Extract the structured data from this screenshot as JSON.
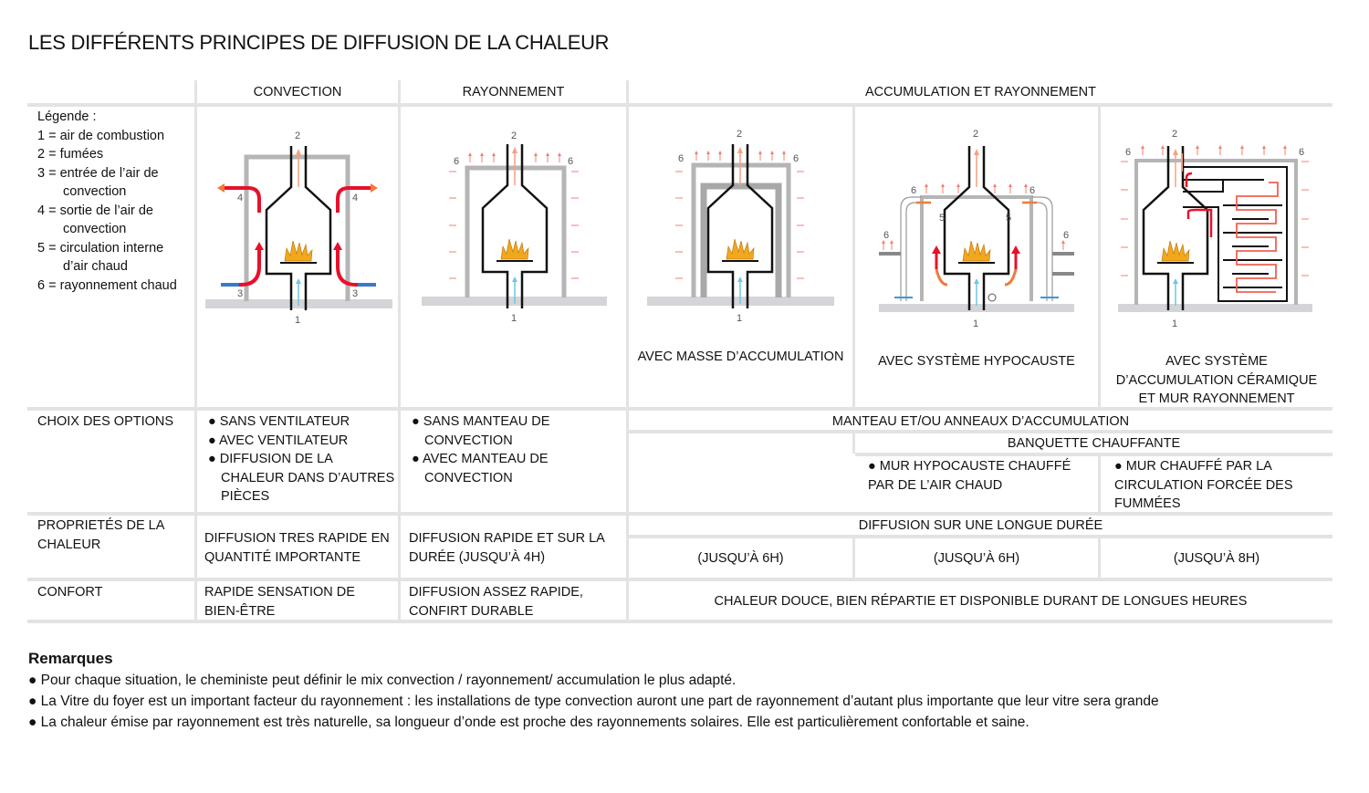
{
  "title": "LES DIFFÉRENTS PRINCIPES DE DIFFUSION DE LA CHALEUR",
  "headers": [
    "CONVECTION",
    "RAYONNEMENT",
    "ACCUMULATION ET RAYONNEMENT"
  ],
  "legend": {
    "title": "Légende :",
    "items": [
      "1 = air de combustion",
      "2 = fumées",
      "3 = entrée de l’air de",
      "convection",
      "4 = sortie de l’air de",
      "convection",
      "5 = circulation interne",
      "d’air chaud",
      "6 = rayonnement chaud"
    ]
  },
  "diagram_captions": [
    "AVEC MASSE D’ACCUMULATION",
    "AVEC SYSTÈME HYPOCAUSTE",
    "AVEC SYSTÈME",
    "D’ACCUMULATION CÉRAMIQUE",
    "ET MUR RAYONNEMENT"
  ],
  "nums": {
    "n1": "1",
    "n2": "2",
    "n3": "3",
    "n4": "4",
    "n5": "5",
    "n6": "6"
  },
  "rows": {
    "options": {
      "label": "CHOIX DES OPTIONS",
      "convection": [
        "● SANS VENTILATEUR",
        "● AVEC VENTILATEUR",
        "● DIFFUSION DE LA CHALEUR DANS D’AUTRES PIÈCES"
      ],
      "rayonnement": [
        "● SANS MANTEAU DE CONVECTION",
        "● AVEC MANTEAU DE CONVECTION"
      ],
      "accum_all": "MANTEAU ET/OU ANNEAUX D’ACCUMULATION",
      "banquette": "BANQUETTE CHAUFFANTE",
      "hypocauste": "● MUR HYPOCAUSTE CHAUFFÉ PAR DE L’AIR CHAUD",
      "ceramique": "● MUR CHAUFFÉ PAR LA CIRCULATION FORCÉE DES FUMMÉES"
    },
    "proprietes": {
      "label": "PROPRIETÉS DE LA CHALEUR",
      "convection": "DIFFUSION TRES RAPIDE EN QUANTITÉ IMPORTANTE",
      "rayonnement": "DIFFUSION RAPIDE ET SUR LA DURÉE (JUSQU’À 4H)",
      "accum_all": "DIFFUSION SUR UNE LONGUE DURÉE",
      "durations": [
        "(JUSQU’À 6H)",
        "(JUSQU’À 6H)",
        "(JUSQU’À 8H)"
      ]
    },
    "confort": {
      "label": "CONFORT",
      "convection": "RAPIDE SENSATION DE BIEN-ÊTRE",
      "rayonnement": "DIFFUSION ASSEZ RAPIDE, CONFIRT DURABLE",
      "accum_all": "CHALEUR DOUCE, BIEN RÉPARTIE ET DISPONIBLE DURANT DE LONGUES HEURES"
    }
  },
  "remarks": {
    "title": "Remarques",
    "items": [
      "● Pour chaque situation, le cheministe peut définir le mix convection / rayonnement/ accumulation le plus adapté.",
      "● La Vitre du foyer est un important facteur du rayonnement : les installations de type convection auront une part de rayonnement d’autant plus importante que leur vitre sera grande",
      "● La chaleur émise par rayonnement est très naturelle, sa longueur d’onde est proche des rayonnements solaires. Elle est particulièrement confortable et saine."
    ]
  },
  "colors": {
    "grid": "#e3e3e3",
    "wall": "#b5b5b5",
    "hot": "#e8102a",
    "warm": "#f07a3a",
    "cold": "#3a78c8",
    "flame": "#f2a81d"
  }
}
